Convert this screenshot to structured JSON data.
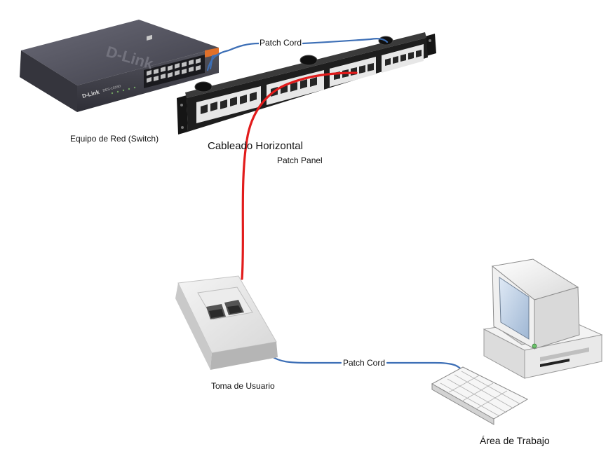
{
  "labels": {
    "patch_cord_top": "Patch Cord",
    "patch_cord_bottom": "Patch Cord",
    "switch": "Equipo de Red (Switch)",
    "horizontal_cabling": "Cableado Horizontal",
    "patch_panel": "Patch Panel",
    "user_outlet": "Toma de Usuario",
    "work_area": "Área de Trabajo"
  },
  "device_text": {
    "switch_brand_top": "D-Link",
    "switch_brand_front": "D-Link",
    "switch_model": "DES-1016D"
  },
  "colors": {
    "patch_cord": "#3d6fb6",
    "horizontal_cable": "#e21b1b",
    "switch_body": "#4a4a55",
    "panel_body": "#1c1c1c"
  }
}
